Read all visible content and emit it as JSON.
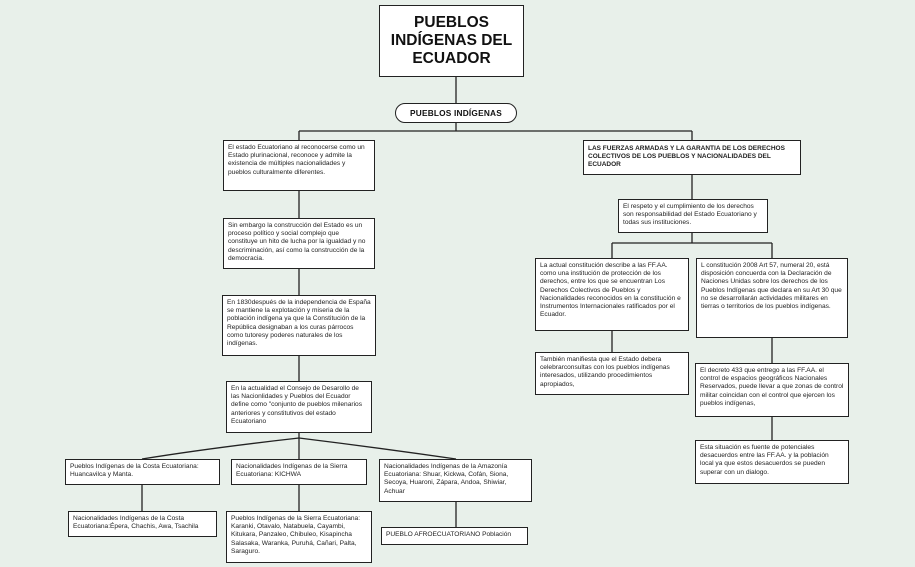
{
  "title": "PUEBLOS\nINDÍGENAS DEL\nECUADOR",
  "subtitle": "PUEBLOS INDÍGENAS",
  "left": {
    "n1": "El estado Ecuatoriano al reconocerse como un Estado plurinacional, reconoce y admite la existencia de múltiples nacionalidades y pueblos culturalmente diferentes.",
    "n2": "Sin embargo la construcción del Estado es un proceso político y social complejo que constituye un hito de lucha por la igualdad y no descriminación, así como la construcción de la democracia.",
    "n3": "En 1830después de la independencia de España se mantiene la explotación y miseria de la población indígena ya que la Constitución de la República designaban a los curas párrocos como tutoresy poderes naturales de los indígenas.",
    "n4": "En la actualidad el Consejo de Desarollo de las Nacionlidades y Pueblos del Ecuador define como \"conjunto de pueblos milenarios anteriores y constitutivos del estado Ecuatoriano"
  },
  "branches": {
    "costa": "Pueblos Indígenas de la Costa Ecuatoriana: Huancavilca y Manta.",
    "costa_sub": "Nacionalidades Indígenas de la Costa Ecuatoriana:Épera, Chachis, Awa, Tsachila",
    "sierra": "Nacionalidades Indígenas de la Sierra Ecuatoriana: KICHWA",
    "sierra_sub": "Pueblos Indígenas de la Sierra Ecuatoriana: Karanki, Otavalo, Natabuela, Cayambi, Kitukara, Panzaleo, Chibuleo, Kisapincha Salasaka, Waranka, Puruhá, Cañari, Palta, Saraguro.",
    "amazonia": "Nacionalidades Indígenas de la Amazonía Ecuatoriana: Shuar, Kickwa, Cofán, Siona, Secoya, Huaroni, Zápara, Andoa, Shiwiar, Achuar",
    "afro": "PUEBLO AFROECUATORIANO Población"
  },
  "right": {
    "header": "LAS FUERZAS ARMADAS Y LA GARANTIA DE LOS DERECHOS COLECTIVOS DE LOS PUEBLOS Y NACIONALIDADES DEL ECUADOR",
    "r1": "El respeto y el cumplimiento de los derechos son responsabilidad del Estado Ecuatoriano y todas sus instituciones.",
    "r2": "La actual constitución describe a las FF.AA. como una institución de protección de los derechos, entre los que se encuentran Los Derechos Colectivos de Pueblos y Nacionalidades reconocidos en la constitución e Instrumentos Internacionales ratificados por el Ecuador.",
    "r3": "También manifiesta que el Estado debera celebrarconsultas con los pueblos indígenas interesados, utilizando procedimientos apropiados,",
    "r4": "L constitución 2008 Art 57, numeral 20, está disposición concuerda con la Declaración de Naciones Unidas sobre los derechos de los Pueblos Indígenas que declara en su Art 30 que no se desarrollarán actividades militares en tierras o territorios de los pueblos indígenas.",
    "r5": "El decreto 433 que entrego a las FF.AA. el control de espacios geográficos Nacionales Reservados, puede llevar a que zonas de control militar coincidan con el control que ejercen los pueblos indígenas,",
    "r6": "Esta situación es fuente de potenciales desacuerdos entre las FF.AA. y la población local ya que estos desacuerdos se pueden superar con un dialogo."
  }
}
